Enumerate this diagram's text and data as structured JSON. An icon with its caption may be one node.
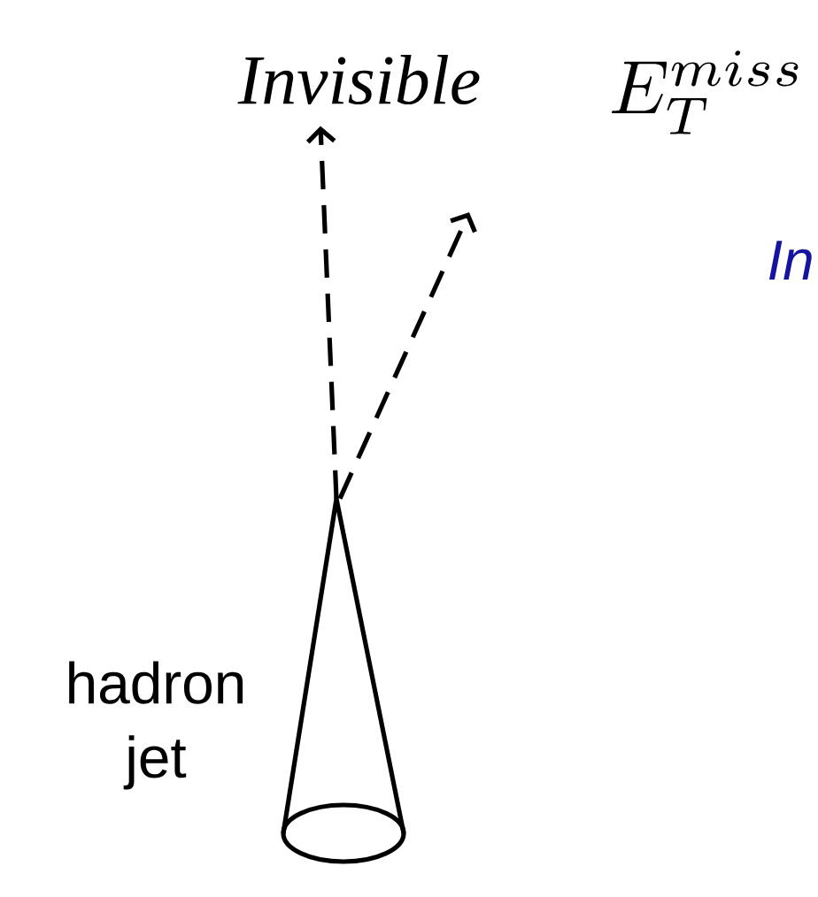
{
  "diagram": {
    "nodes": [
      {
        "text": [
          "Invisible"
        ]
      },
      {
        "text": [],
        "shape": "cone",
        "beside": [
          "hadron jet"
        ]
      }
    ],
    "edges": [
      {
        "from": 1,
        "to": 0,
        "arrow": "to",
        "style": "dashed"
      },
      {
        "from": 1,
        "to": null,
        "arrow": "to",
        "style": "dashed"
      }
    ],
    "labels": [
      "E_T^{miss}",
      "In"
    ]
  }
}
